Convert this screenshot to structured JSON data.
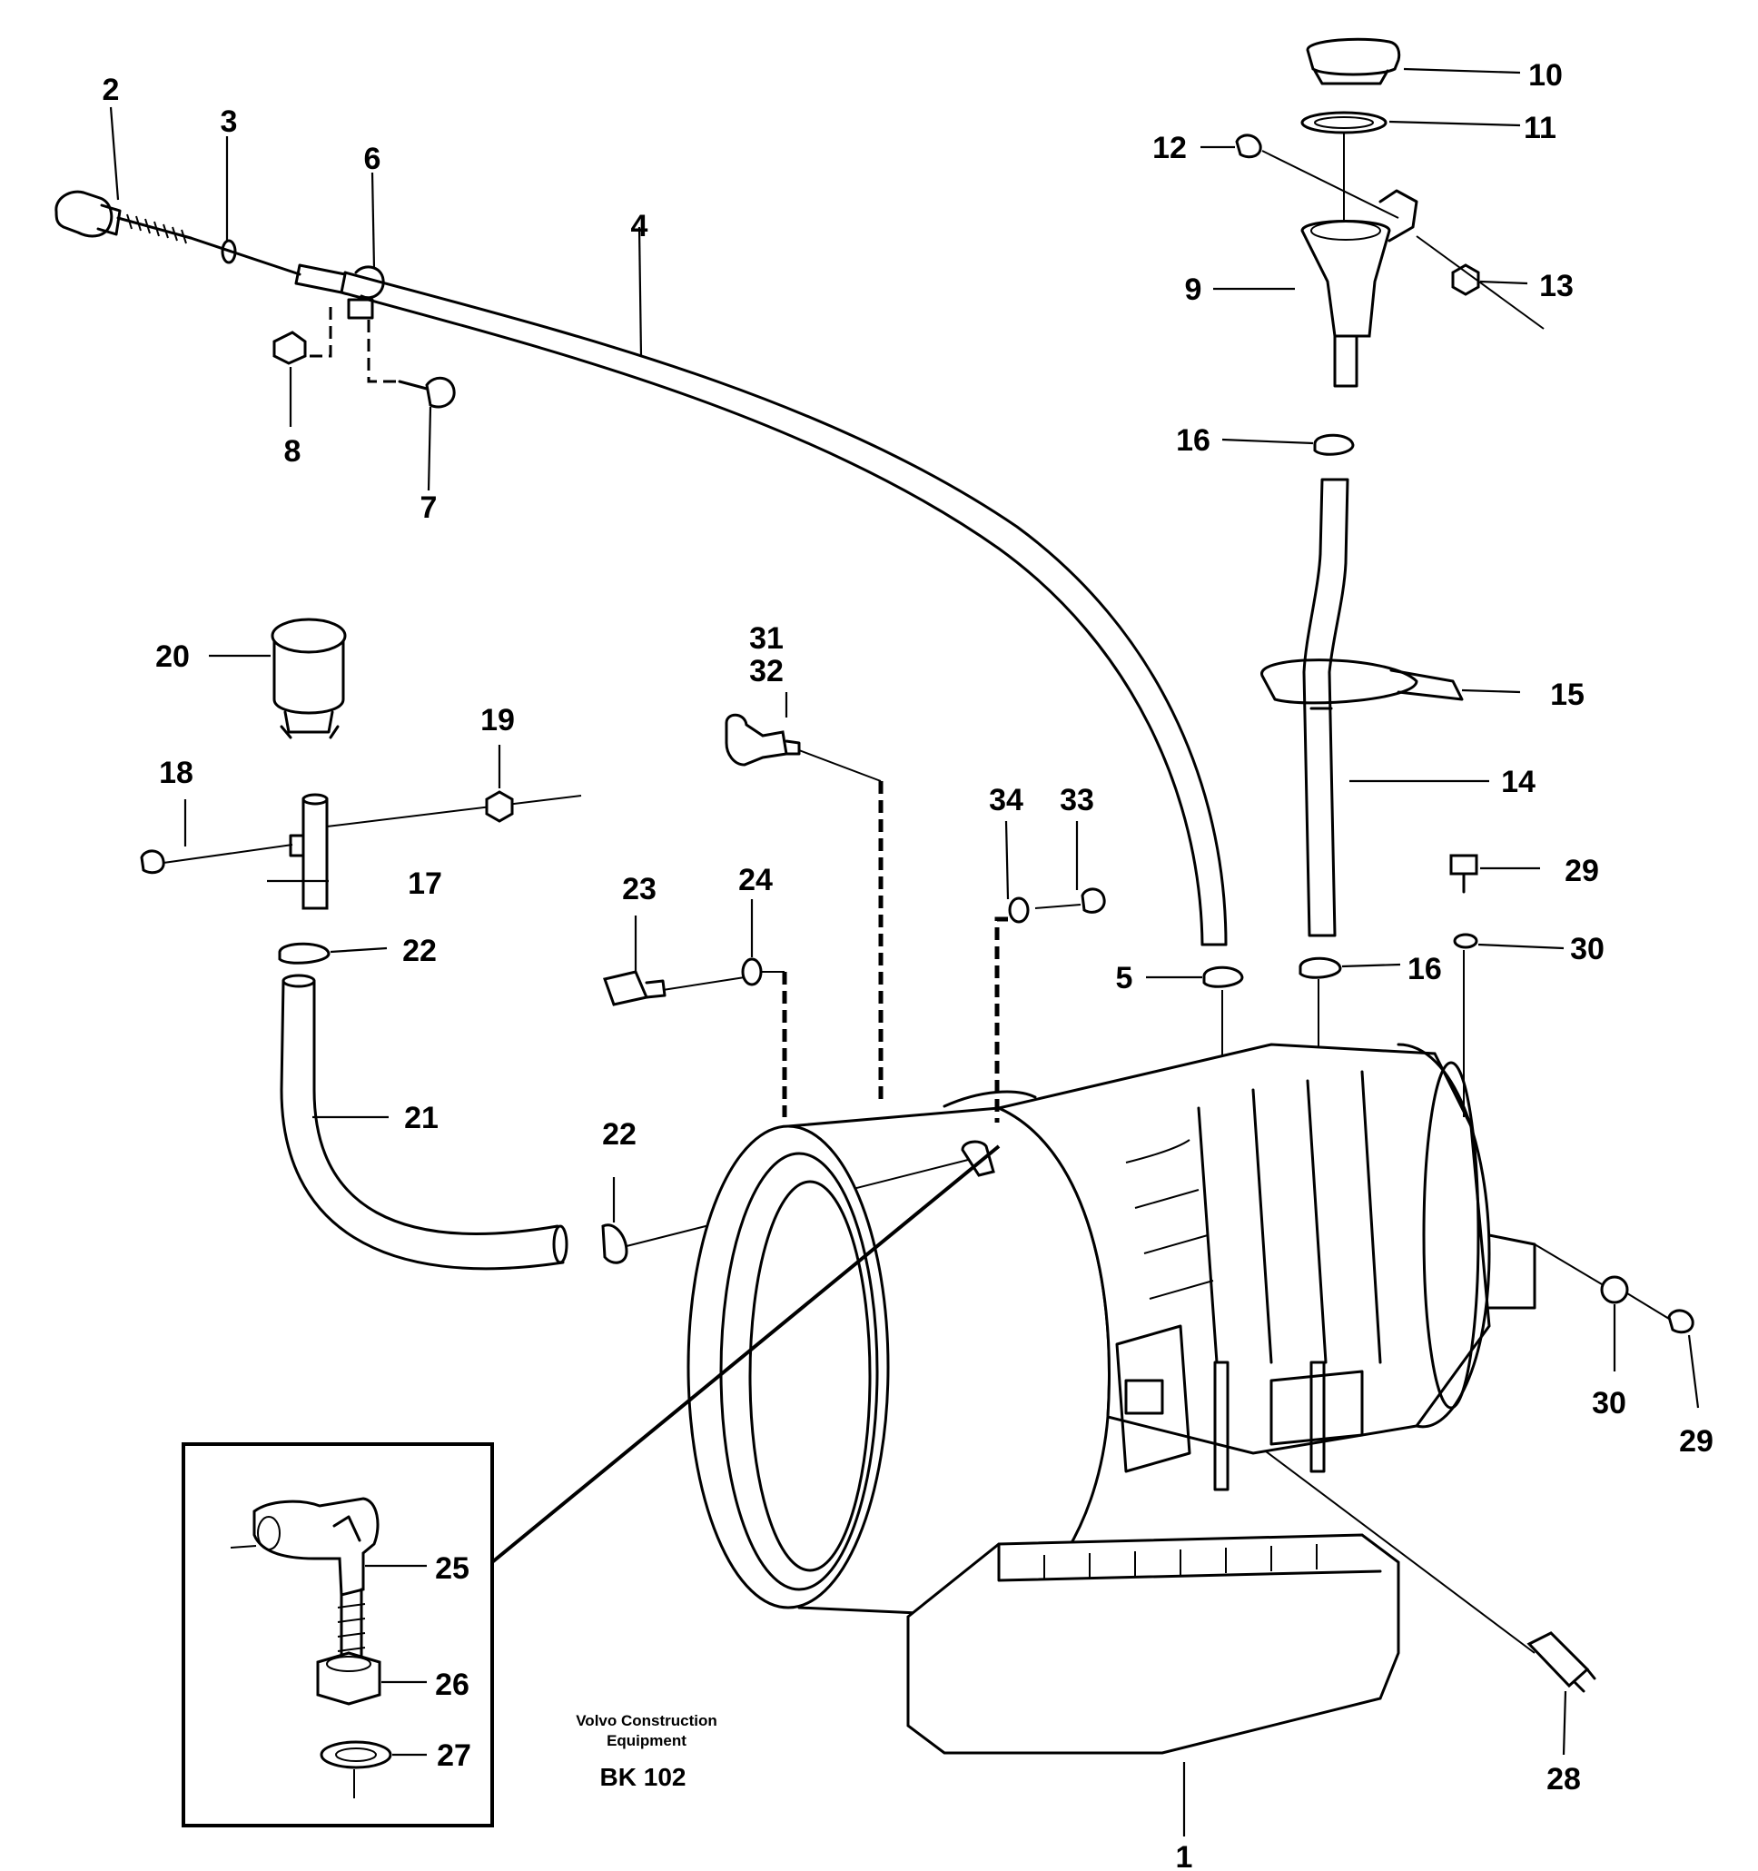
{
  "callouts": [
    {
      "id": "c1",
      "text": "1"
    },
    {
      "id": "c2",
      "text": "2"
    },
    {
      "id": "c3",
      "text": "3"
    },
    {
      "id": "c4",
      "text": "4"
    },
    {
      "id": "c5",
      "text": "5"
    },
    {
      "id": "c6",
      "text": "6"
    },
    {
      "id": "c7",
      "text": "7"
    },
    {
      "id": "c8",
      "text": "8"
    },
    {
      "id": "c9",
      "text": "9"
    },
    {
      "id": "c10",
      "text": "10"
    },
    {
      "id": "c11",
      "text": "11"
    },
    {
      "id": "c12",
      "text": "12"
    },
    {
      "id": "c13",
      "text": "13"
    },
    {
      "id": "c14",
      "text": "14"
    },
    {
      "id": "c15",
      "text": "15"
    },
    {
      "id": "c16a",
      "text": "16"
    },
    {
      "id": "c16b",
      "text": "16"
    },
    {
      "id": "c17",
      "text": "17"
    },
    {
      "id": "c18",
      "text": "18"
    },
    {
      "id": "c19",
      "text": "19"
    },
    {
      "id": "c20",
      "text": "20"
    },
    {
      "id": "c21",
      "text": "21"
    },
    {
      "id": "c22a",
      "text": "22"
    },
    {
      "id": "c22b",
      "text": "22"
    },
    {
      "id": "c23",
      "text": "23"
    },
    {
      "id": "c24",
      "text": "24"
    },
    {
      "id": "c25",
      "text": "25"
    },
    {
      "id": "c26",
      "text": "26"
    },
    {
      "id": "c27",
      "text": "27"
    },
    {
      "id": "c28",
      "text": "28"
    },
    {
      "id": "c29a",
      "text": "29"
    },
    {
      "id": "c29b",
      "text": "29"
    },
    {
      "id": "c30a",
      "text": "30"
    },
    {
      "id": "c30b",
      "text": "30"
    },
    {
      "id": "c31",
      "text": "31"
    },
    {
      "id": "c32",
      "text": "32"
    },
    {
      "id": "c33",
      "text": "33"
    },
    {
      "id": "c34",
      "text": "34"
    }
  ],
  "caption": {
    "line1": "Volvo Construction",
    "line2": "Equipment",
    "code": "BK 102"
  }
}
